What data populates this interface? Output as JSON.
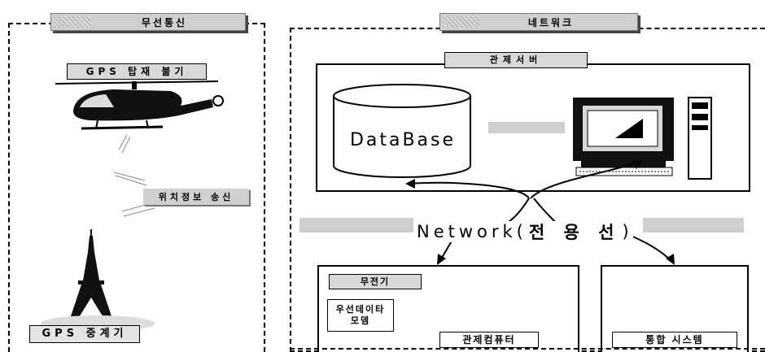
{
  "wireless_panel": {
    "title": "무선통신",
    "gps_receiver_label": "GPS 탑재 불기",
    "position_send_label": "위치정보 송신",
    "gps_relay_label": "GPS 중계기"
  },
  "network_panel": {
    "title": "네트워크",
    "control_server": {
      "title": "관제서버",
      "database_label": "DataBase"
    },
    "network_label": "Network(",
    "network_label_korean": "전 용 선",
    "network_label_close": ")",
    "radio_label": "무전기",
    "modem_label_line1": "우선데이타",
    "modem_label_line2": "모뎀",
    "control_computer_label": "관제컴퓨터",
    "integrated_system_label": "통합 시스템"
  }
}
